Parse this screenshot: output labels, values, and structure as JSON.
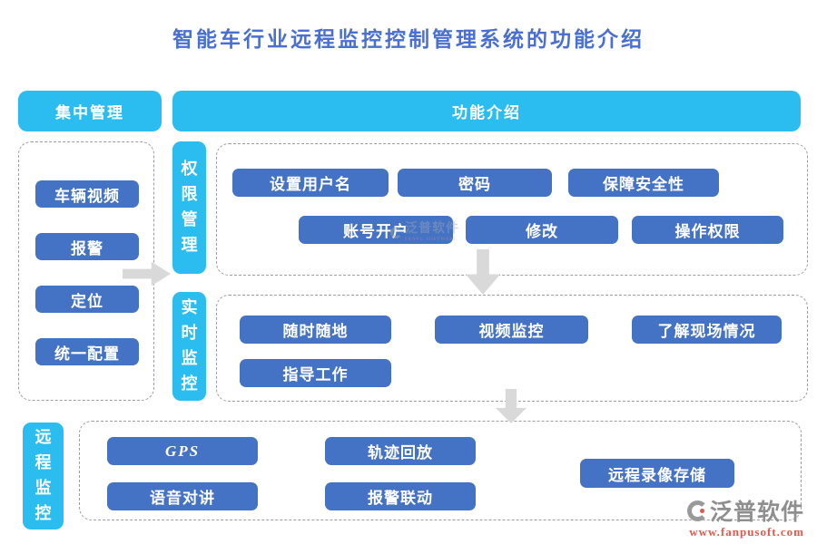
{
  "title": "智能车行业远程监控控制管理系统的功能介绍",
  "colors": {
    "accent_cyan": "#2bbdf0",
    "button_blue": "#4472c4",
    "title_blue": "#4a6fd3",
    "arrow_gray": "#d9d9d9",
    "watermark_url_red": "#e8574b"
  },
  "headers": {
    "left_label": "集中管理",
    "right_label": "功能介绍"
  },
  "sidebar": {
    "items": [
      "车辆视频",
      "报警",
      "定位",
      "统一配置"
    ]
  },
  "sections": {
    "permission": {
      "label": "权限管理",
      "buttons": [
        "设置用户名",
        "密码",
        "保障安全性",
        "账号开户",
        "修改",
        "操作权限"
      ]
    },
    "realtime": {
      "label": "实时监控",
      "buttons": [
        "随时随地",
        "视频监控",
        "了解现场情况",
        "指导工作"
      ]
    },
    "remote": {
      "label": "远程监控",
      "buttons": [
        "GPS",
        "轨迹回放",
        "远程录像存储",
        "语音对讲",
        "报警联动"
      ]
    }
  },
  "watermark": {
    "brand": "泛普软件",
    "brand_sub": "FANPU SOFTWARE",
    "url": "www.fanpusoft.com"
  }
}
